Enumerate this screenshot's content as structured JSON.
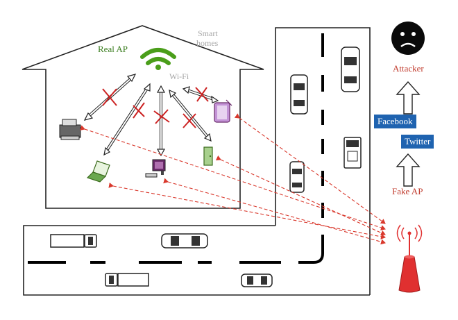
{
  "labels": {
    "real_ap": "Real AP",
    "smart_homes_line1": "Smart",
    "smart_homes_line2": "homes",
    "wifi": "Wi-Fi",
    "attacker": "Attacker",
    "facebook": "Facebook",
    "twitter": "Twitter",
    "fake_ap": "Fake AP"
  },
  "colors": {
    "real_ap_text": "#3a7d1e",
    "smart_homes_text": "#a6a6a6",
    "wifi_text": "#a6a6a6",
    "wifi_icon": "#4a9e1a",
    "attacker_text": "#c0392b",
    "fake_ap_text": "#c0392b",
    "badge_bg": "#1f63b0",
    "badge_text": "#ffffff",
    "cross": "#cc2222",
    "attack_arrow": "#d9382c",
    "tower": "#e03030",
    "tablet": "#a25bbf",
    "door": "#6fa84a",
    "laptop": "#6aa84f",
    "desktop": "#6a2a6a"
  },
  "icons": [
    "wifi-icon",
    "attacker-sad-face-icon",
    "printer-icon",
    "laptop-icon",
    "desktop-icon",
    "tablet-icon",
    "smart-door-icon",
    "fake-ap-tower-icon",
    "car-icon",
    "truck-icon",
    "up-arrow-icon"
  ]
}
